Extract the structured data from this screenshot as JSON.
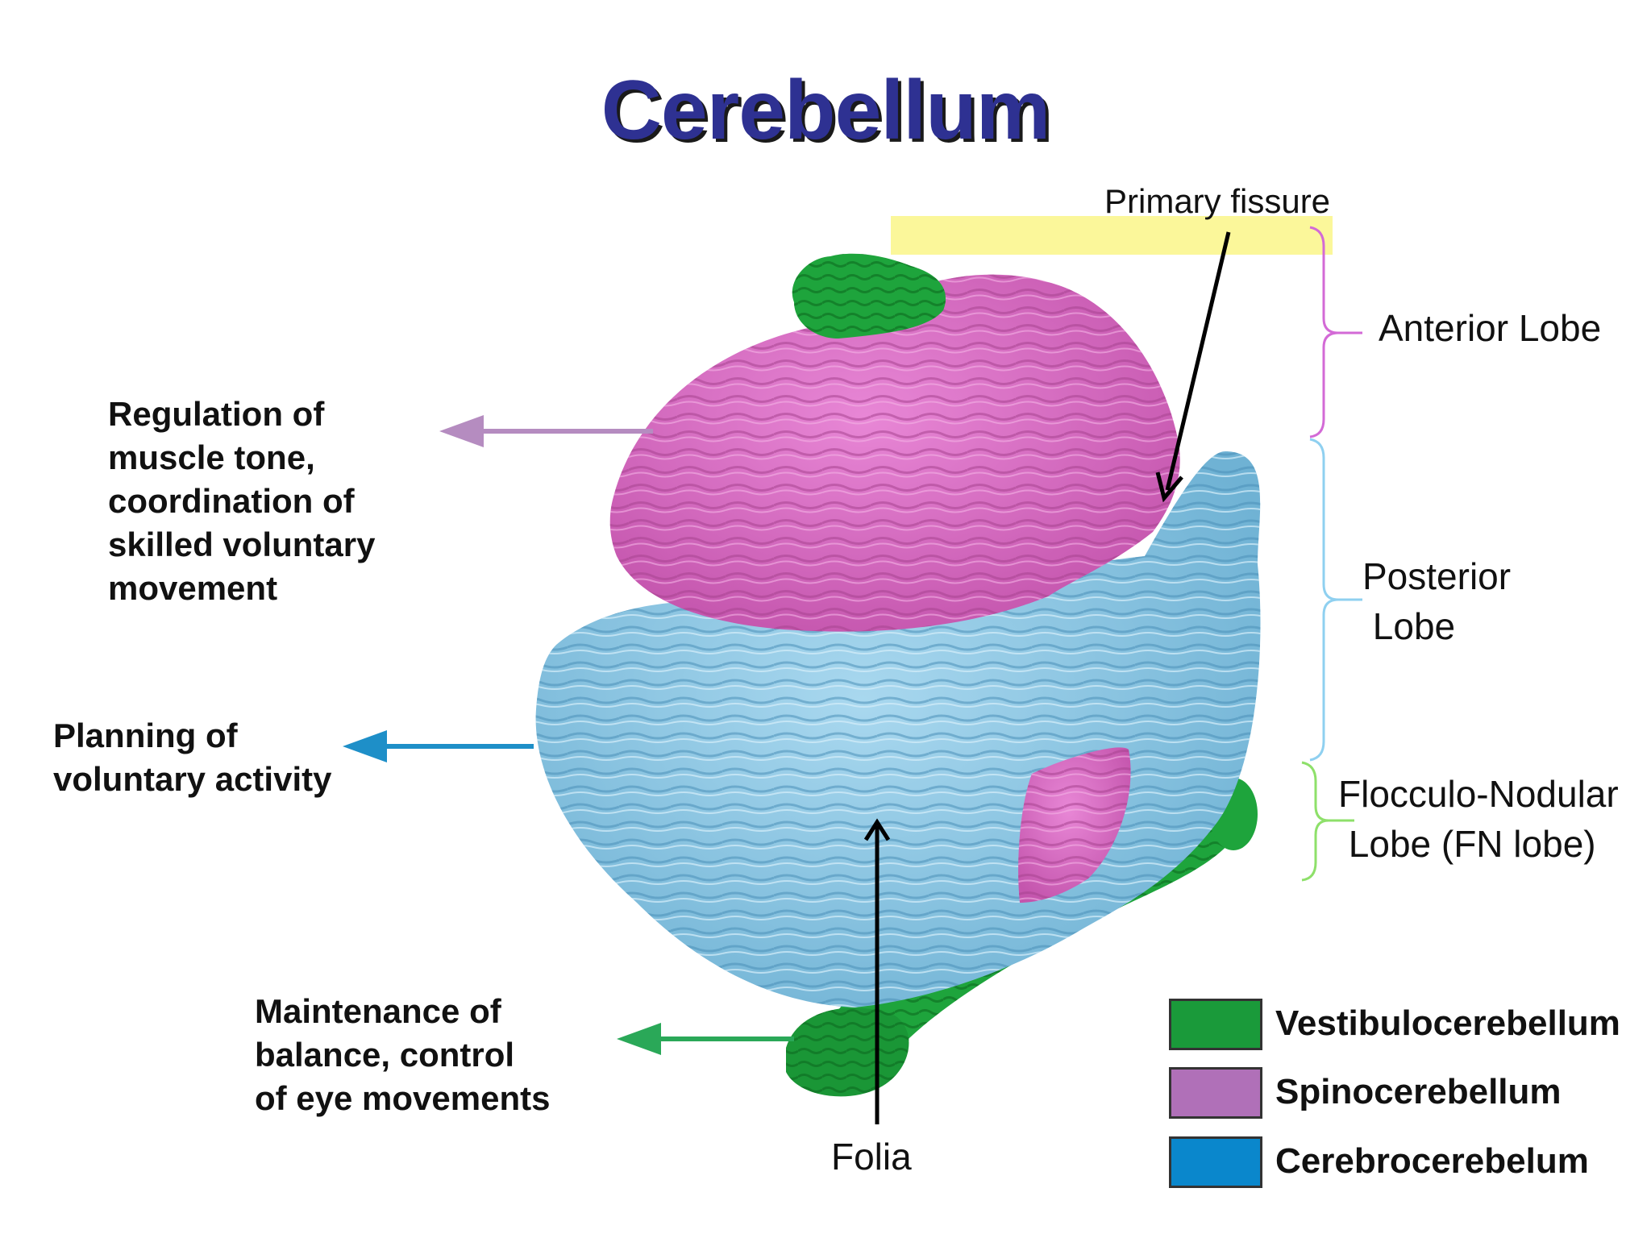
{
  "title": "Cerebellum",
  "functions": {
    "spino": "Regulation of\nmuscle tone,\ncoordination of\nskilled voluntary\nmovement",
    "cerebro": "Planning of\nvoluntary activity",
    "vestibulo": "Maintenance of\nbalance, control\nof eye movements"
  },
  "labels": {
    "primary_fissure": "Primary fissure",
    "anterior_lobe": "Anterior Lobe",
    "posterior_lobe": "Posterior\n Lobe",
    "fn_lobe": "Flocculo-Nodular\n Lobe (FN lobe)",
    "folia": "Folia"
  },
  "legend": [
    {
      "label": "Vestibulocerebellum",
      "color": "#1a9a3a"
    },
    {
      "label": "Spinocerebellum",
      "color": "#b070b8"
    },
    {
      "label": "Cerebrocerebelum",
      "color": "#0a87cc"
    }
  ],
  "colors": {
    "anterior": "#d76bc2",
    "posterior": "#8ac4e2",
    "flocculonodular": "#1ea43c",
    "arrow_spino": "#b58cc0",
    "arrow_cerebro": "#1e8fc8",
    "arrow_vestibulo": "#2aa858",
    "bracket_anterior": "#d36ad6",
    "bracket_posterior": "#8fd0f0",
    "bracket_fn": "#8ee06a",
    "title": "#2e3192"
  }
}
